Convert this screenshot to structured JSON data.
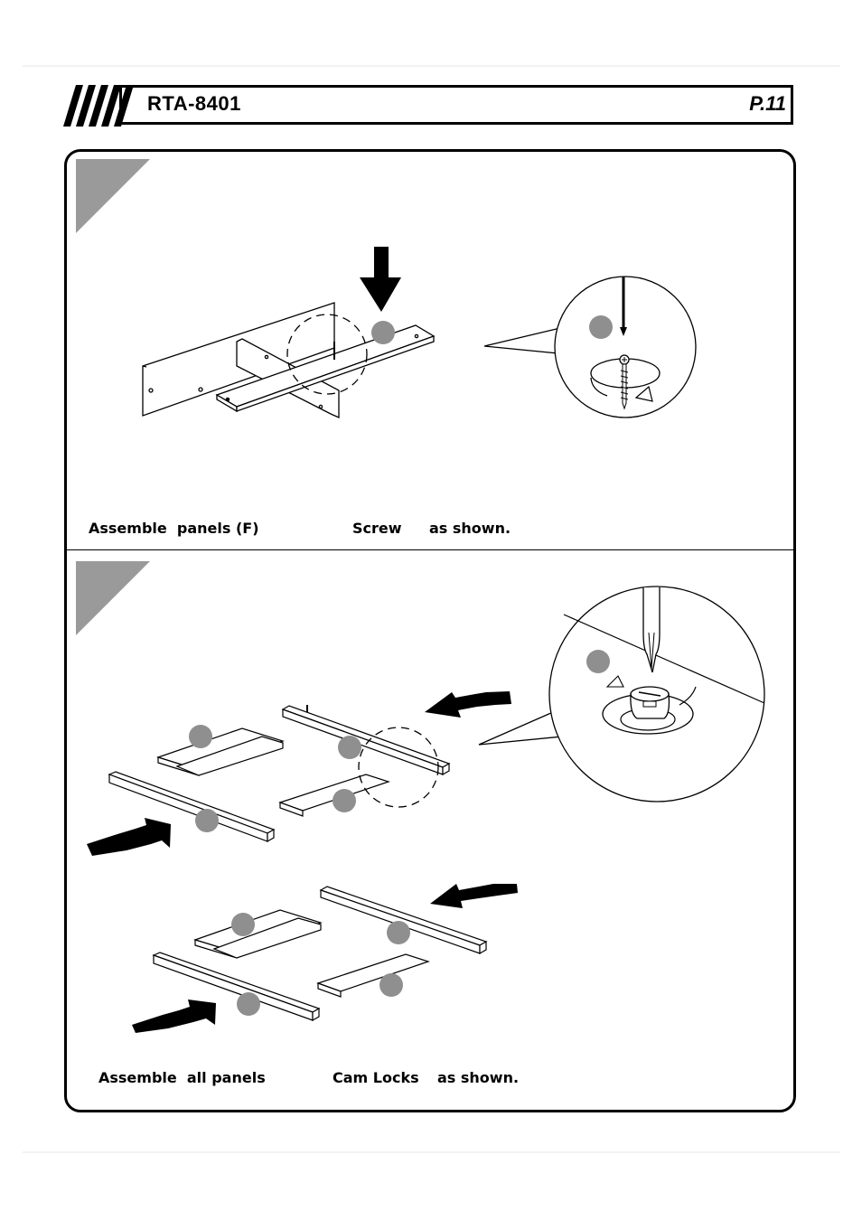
{
  "header": {
    "model": "RTA-8401",
    "page": "P.11"
  },
  "step1": {
    "instruction_a": "Assemble  panels (F)",
    "instruction_b": "Screw",
    "instruction_c": "as shown."
  },
  "step2": {
    "instruction_a": "Assemble  all panels",
    "instruction_b": "Cam Locks",
    "instruction_c": "as shown."
  },
  "colors": {
    "step_triangle": "#9a9a9a",
    "part_marker": "#8f8f8f",
    "line": "#000000"
  }
}
